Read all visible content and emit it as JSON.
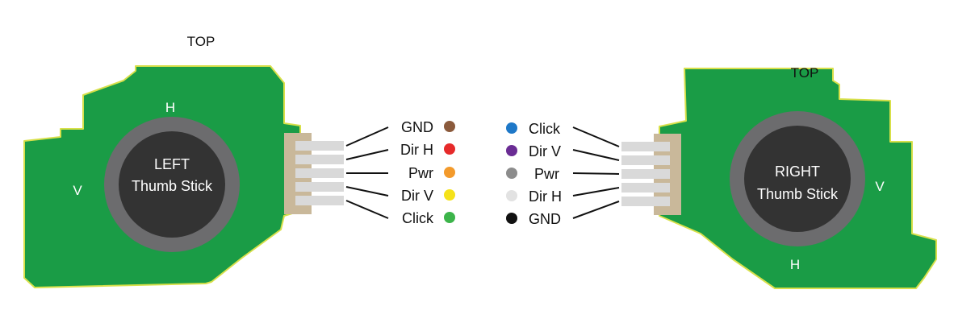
{
  "left": {
    "top_label": "TOP",
    "h_label": "H",
    "v_label": "V",
    "stick_line1": "LEFT",
    "stick_line2": "Thumb Stick",
    "pins": [
      {
        "name": "GND",
        "color": "#8b5a3c"
      },
      {
        "name": "Dir H",
        "color": "#e62a2a"
      },
      {
        "name": "Pwr",
        "color": "#f39a2b"
      },
      {
        "name": "Dir V",
        "color": "#f5e21a"
      },
      {
        "name": "Click",
        "color": "#3cb44a"
      }
    ]
  },
  "right": {
    "top_label": "TOP",
    "h_label": "H",
    "v_label": "V",
    "stick_line1": "RIGHT",
    "stick_line2": "Thumb Stick",
    "pins": [
      {
        "name": "Click",
        "color": "#1e78c8"
      },
      {
        "name": "Dir V",
        "color": "#6a2c94"
      },
      {
        "name": "Pwr",
        "color": "#8c8c8c"
      },
      {
        "name": "Dir H",
        "color": "#e2e2e2"
      },
      {
        "name": "GND",
        "color": "#111111"
      }
    ]
  },
  "colors": {
    "board": "#1a9c46",
    "board_edge": "#d8e04a",
    "stick_ring": "#6c6c6e",
    "stick_center": "#333333",
    "connector": "#c9b89a",
    "pin": "#d9d9d9"
  }
}
